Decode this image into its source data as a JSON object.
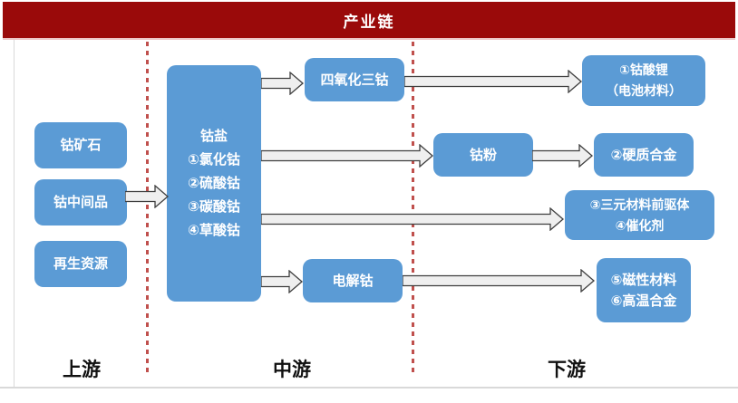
{
  "title": "产业链",
  "colors": {
    "header": "#9A0A0A",
    "node_blue": "#5B9BD5",
    "divider_red": "#C0504D",
    "arrow_fill": "#EFEFEF",
    "arrow_stroke": "#3F3F3F"
  },
  "upstream": {
    "ore": "钴矿石",
    "intermediate": "钴中间品",
    "recycled": "再生资源"
  },
  "midstream": {
    "salts": "钴盐\n①氯化钴\n②硫酸钴\n③碳酸钴\n④草酸钴",
    "co3o4": "四氧化三钴",
    "powder": "钴粉",
    "electrolytic": "电解钴"
  },
  "downstream": {
    "lco": "①钴酸锂\n（电池材料）",
    "carbide": "②硬质合金",
    "ternary": "③三元材料前驱体\n④催化剂",
    "magnetic": "⑤磁性材料\n⑥高温合金"
  },
  "stages": {
    "up": "上游",
    "mid": "中游",
    "down": "下游"
  }
}
